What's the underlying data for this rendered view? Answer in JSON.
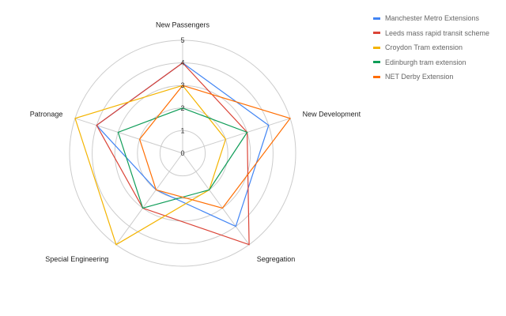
{
  "chart_data": {
    "type": "radar",
    "title": "",
    "axes": [
      "New Passengers",
      "New Development",
      "Segregation",
      "Special Engineering",
      "Patronage"
    ],
    "scale": {
      "min": 0,
      "max": 5,
      "ticks": [
        "0",
        "1",
        "2",
        "3",
        "4",
        "5"
      ]
    },
    "grid": true,
    "legend_position": "right",
    "series": [
      {
        "name": "Manchester Metro Extensions",
        "color": "#4285f4",
        "values": [
          4,
          4,
          4,
          2,
          4
        ]
      },
      {
        "name": "Leeds mass rapid transit scheme",
        "color": "#db4437",
        "values": [
          4,
          3,
          5,
          3,
          4
        ]
      },
      {
        "name": "Croydon Tram extension",
        "color": "#f4b400",
        "values": [
          3,
          2,
          2,
          5,
          5
        ]
      },
      {
        "name": "Edinburgh tram extension",
        "color": "#0f9d58",
        "values": [
          2,
          3,
          2,
          3,
          3
        ]
      },
      {
        "name": "NET Derby Extension",
        "color": "#ff6d00",
        "values": [
          3,
          5,
          3,
          2,
          2
        ]
      }
    ]
  }
}
